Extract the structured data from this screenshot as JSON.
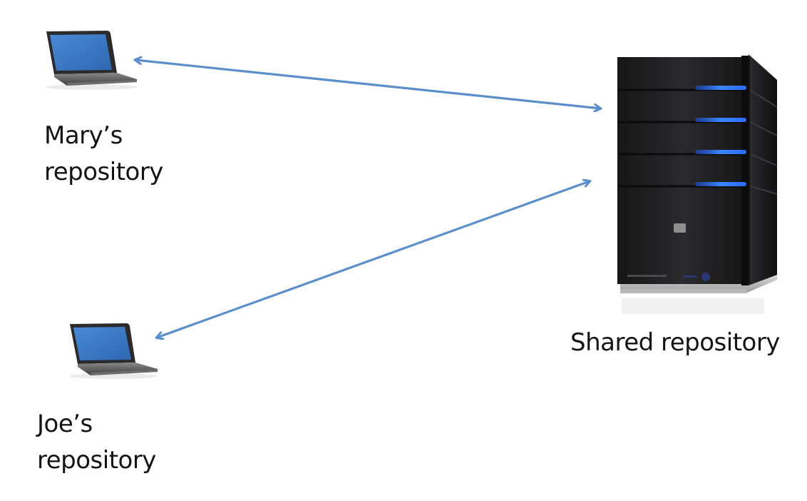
{
  "diagram": {
    "nodes": [
      {
        "id": "mary",
        "label_line1": "Mary’s",
        "label_line2": "repository",
        "icon": "laptop-icon"
      },
      {
        "id": "joe",
        "label_line1": "Joe’s",
        "label_line2": "repository",
        "icon": "laptop-icon"
      },
      {
        "id": "shared",
        "label": "Shared repository",
        "icon": "server-icon"
      }
    ],
    "edges": [
      {
        "from": "mary",
        "to": "shared",
        "direction": "bidirectional"
      },
      {
        "from": "joe",
        "to": "shared",
        "direction": "bidirectional"
      }
    ],
    "colors": {
      "arrow": "#5b8fc9",
      "screen": "#3d7bc6",
      "server_body": "#1c1c1e",
      "server_light": "#2f74ff",
      "background": "#ffffff"
    }
  }
}
